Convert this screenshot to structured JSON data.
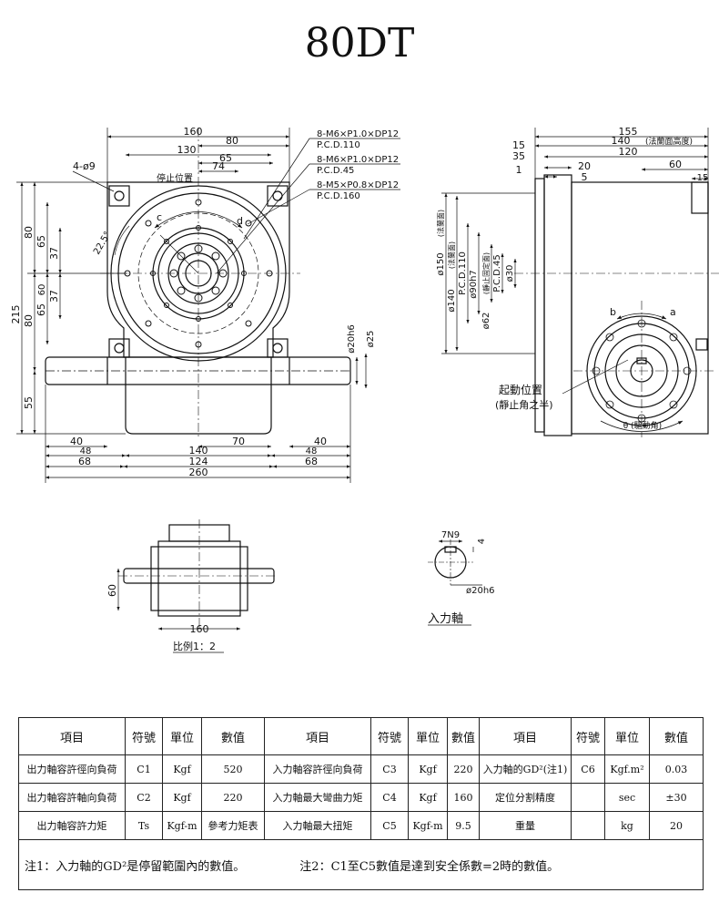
{
  "title": "80DT",
  "front_view": {
    "dims_top": [
      "160",
      "80",
      "130",
      "65",
      "74"
    ],
    "hole_label": "4-ø9",
    "stop_label": "停止位置",
    "angle_label": "22.5°",
    "letter_c": "c",
    "letter_d": "d",
    "callouts": [
      {
        "thread": "8-M6×P1.0×DP12",
        "pcd": "P.C.D.110"
      },
      {
        "thread": "8-M6×P1.0×DP12",
        "pcd": "P.C.D.45"
      },
      {
        "thread": "8-M5×P0.8×DP12",
        "pcd": "P.C.D.160"
      }
    ],
    "dims_left": [
      "215",
      "80",
      "80",
      "65",
      "65",
      "60",
      "37",
      "37",
      "55"
    ],
    "dims_shaft": [
      "ø20h6",
      "ø25"
    ],
    "dims_bottom": [
      "40",
      "48",
      "140",
      "70",
      "40",
      "48",
      "68",
      "124",
      "68",
      "260"
    ]
  },
  "side_view": {
    "dims_top": [
      "155",
      "15",
      "140",
      "(法蘭面高度)",
      "35",
      "120",
      "1",
      "20",
      "5",
      "60",
      "15"
    ],
    "dims_vertical": [
      "ø150",
      "(法蘭面)",
      "ø140",
      "(法蘭面)",
      "P.C.D.110",
      "ø90h7",
      "(靜止固定面)",
      "ø62",
      "P.C.D.45",
      "ø30"
    ],
    "letter_b": "b",
    "letter_a": "a",
    "start_label": "起動位置",
    "start_sub": "(靜止角之半)",
    "theta_label": "θ (驅動角)"
  },
  "bottom_view": {
    "dim_60": "60",
    "dim_160": "160",
    "scale_label": "比例1：2"
  },
  "shaft_detail": {
    "dim_key": "7N9",
    "dim_depth": "4",
    "dim_dia": "ø20h6",
    "label": "入力軸"
  },
  "table": {
    "headers": [
      "項目",
      "符號",
      "單位",
      "數值",
      "項目",
      "符號",
      "單位",
      "數值",
      "項目",
      "符號",
      "單位",
      "數值"
    ],
    "rows": [
      [
        "出力軸容許徑向負荷",
        "C1",
        "Kgf",
        "520",
        "入力軸容許徑向負荷",
        "C3",
        "Kgf",
        "220",
        "入力軸的GD²(注1)",
        "C6",
        "Kgf.m²",
        "0.03"
      ],
      [
        "出力軸容許軸向負荷",
        "C2",
        "Kgf",
        "220",
        "入力軸最大彎曲力矩",
        "C4",
        "Kgf",
        "160",
        "定位分割精度",
        "",
        "sec",
        "±30"
      ],
      [
        "出力軸容許力矩",
        "Ts",
        "Kgf-m",
        "參考力矩表",
        "入力軸最大扭矩",
        "C5",
        "Kgf-m",
        "9.5",
        "重量",
        "",
        "kg",
        "20"
      ]
    ],
    "note1": "注1：入力軸的GD²是停留範圍內的數值。",
    "note2": "注2：C1至C5數值是達到安全係數=2時的數值。"
  }
}
